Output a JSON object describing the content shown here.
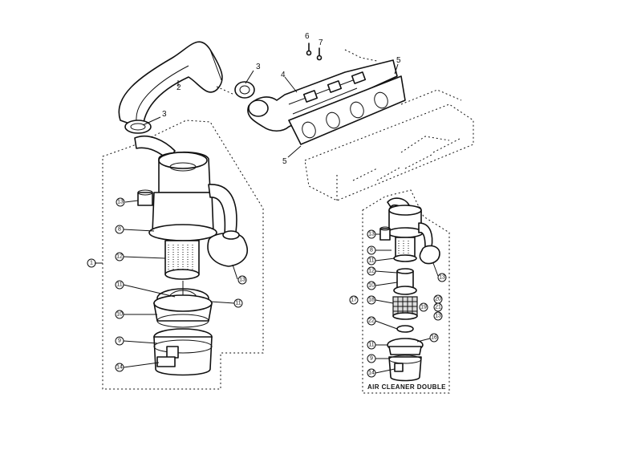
{
  "labels": {
    "n2": "2",
    "n3a": "3",
    "n3b": "3",
    "n4": "4",
    "n5a": "5",
    "n5b": "5",
    "n6": "6",
    "n7": "7",
    "c1": "1",
    "c8": "8",
    "c9": "9",
    "c10": "10",
    "c11a": "11",
    "c11b": "11",
    "c12": "12",
    "c13a": "13",
    "c13b": "13",
    "c14": "14",
    "r13a": "13",
    "r13b": "13",
    "r8": "8",
    "r11": "11",
    "r12": "12",
    "r10": "10",
    "r17": "17",
    "r18": "18",
    "r19": "19",
    "r20": "20",
    "r21": "21",
    "r22": "22",
    "r16": "16",
    "r11b": "11",
    "r9": "9",
    "r14": "14"
  },
  "caption": "AIR CLEANER DOUBLE"
}
